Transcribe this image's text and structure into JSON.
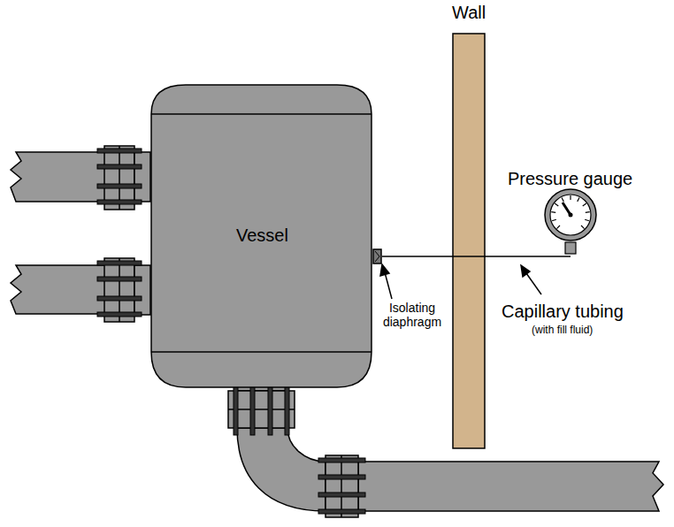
{
  "diagram": {
    "nodes": [
      {
        "text": [
          "Vessel"
        ]
      },
      {
        "text": [
          "Pressure gauge"
        ]
      }
    ],
    "edges": [
      {
        "from": 0,
        "to": 1,
        "arrow": "none"
      }
    ],
    "labels": [
      "Wall",
      "Isolating diaphragm",
      "Capillary tubing",
      "(with fill fluid)"
    ]
  }
}
